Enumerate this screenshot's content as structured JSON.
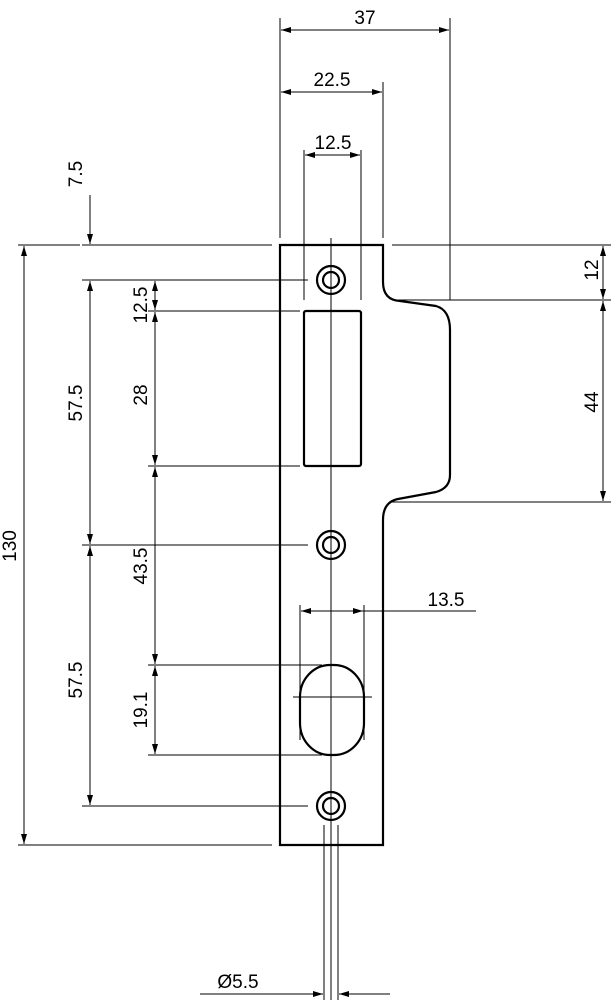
{
  "dimensions": {
    "width_overall": "37",
    "width_slot_edge": "22.5",
    "width_slot": "12.5",
    "top_offset": "7.5",
    "hole_to_slot": "12.5",
    "slot_height": "28",
    "hole_spacing_upper": "57.5",
    "hole_spacing_lower": "57.5",
    "slot_to_hole": "43.5",
    "cyl_opening_height": "19.1",
    "total_height": "130",
    "lip_top": "12",
    "lip_height": "44",
    "cyl_opening_width": "13.5",
    "screw_diameter": "Ø5.5"
  }
}
